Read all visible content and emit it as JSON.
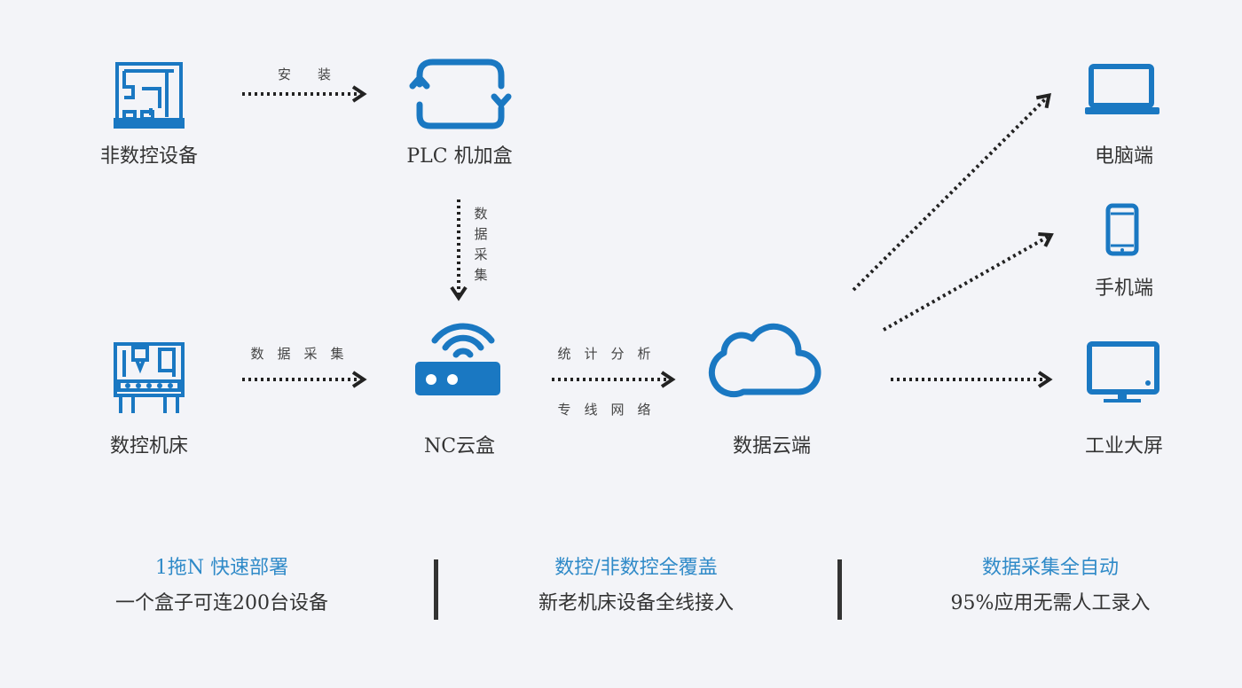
{
  "nodes": {
    "non_cnc": "非数控设备",
    "plc": "PLC 机加盒",
    "cnc": "数控机床",
    "nc_box": "NC云盒",
    "cloud": "数据云端",
    "pc": "电脑端",
    "mobile": "手机端",
    "screen": "工业大屏"
  },
  "edges": {
    "install": "安　　装",
    "collect_vertical": [
      "数",
      "据",
      "采",
      "集"
    ],
    "collect": "数　据　采　集",
    "analysis": "统　计　分　析",
    "network": "专　线　网　络"
  },
  "features": [
    {
      "title": "1拖N 快速部署",
      "desc": "一个盒子可连200台设备"
    },
    {
      "title": "数控/非数控全覆盖",
      "desc": "新老机床设备全线接入"
    },
    {
      "title": "数据采集全自动",
      "desc": "95%应用无需人工录入"
    }
  ],
  "colors": {
    "icon": "#1a78c2",
    "accent": "#2f8ac8",
    "arrow": "#222222"
  }
}
